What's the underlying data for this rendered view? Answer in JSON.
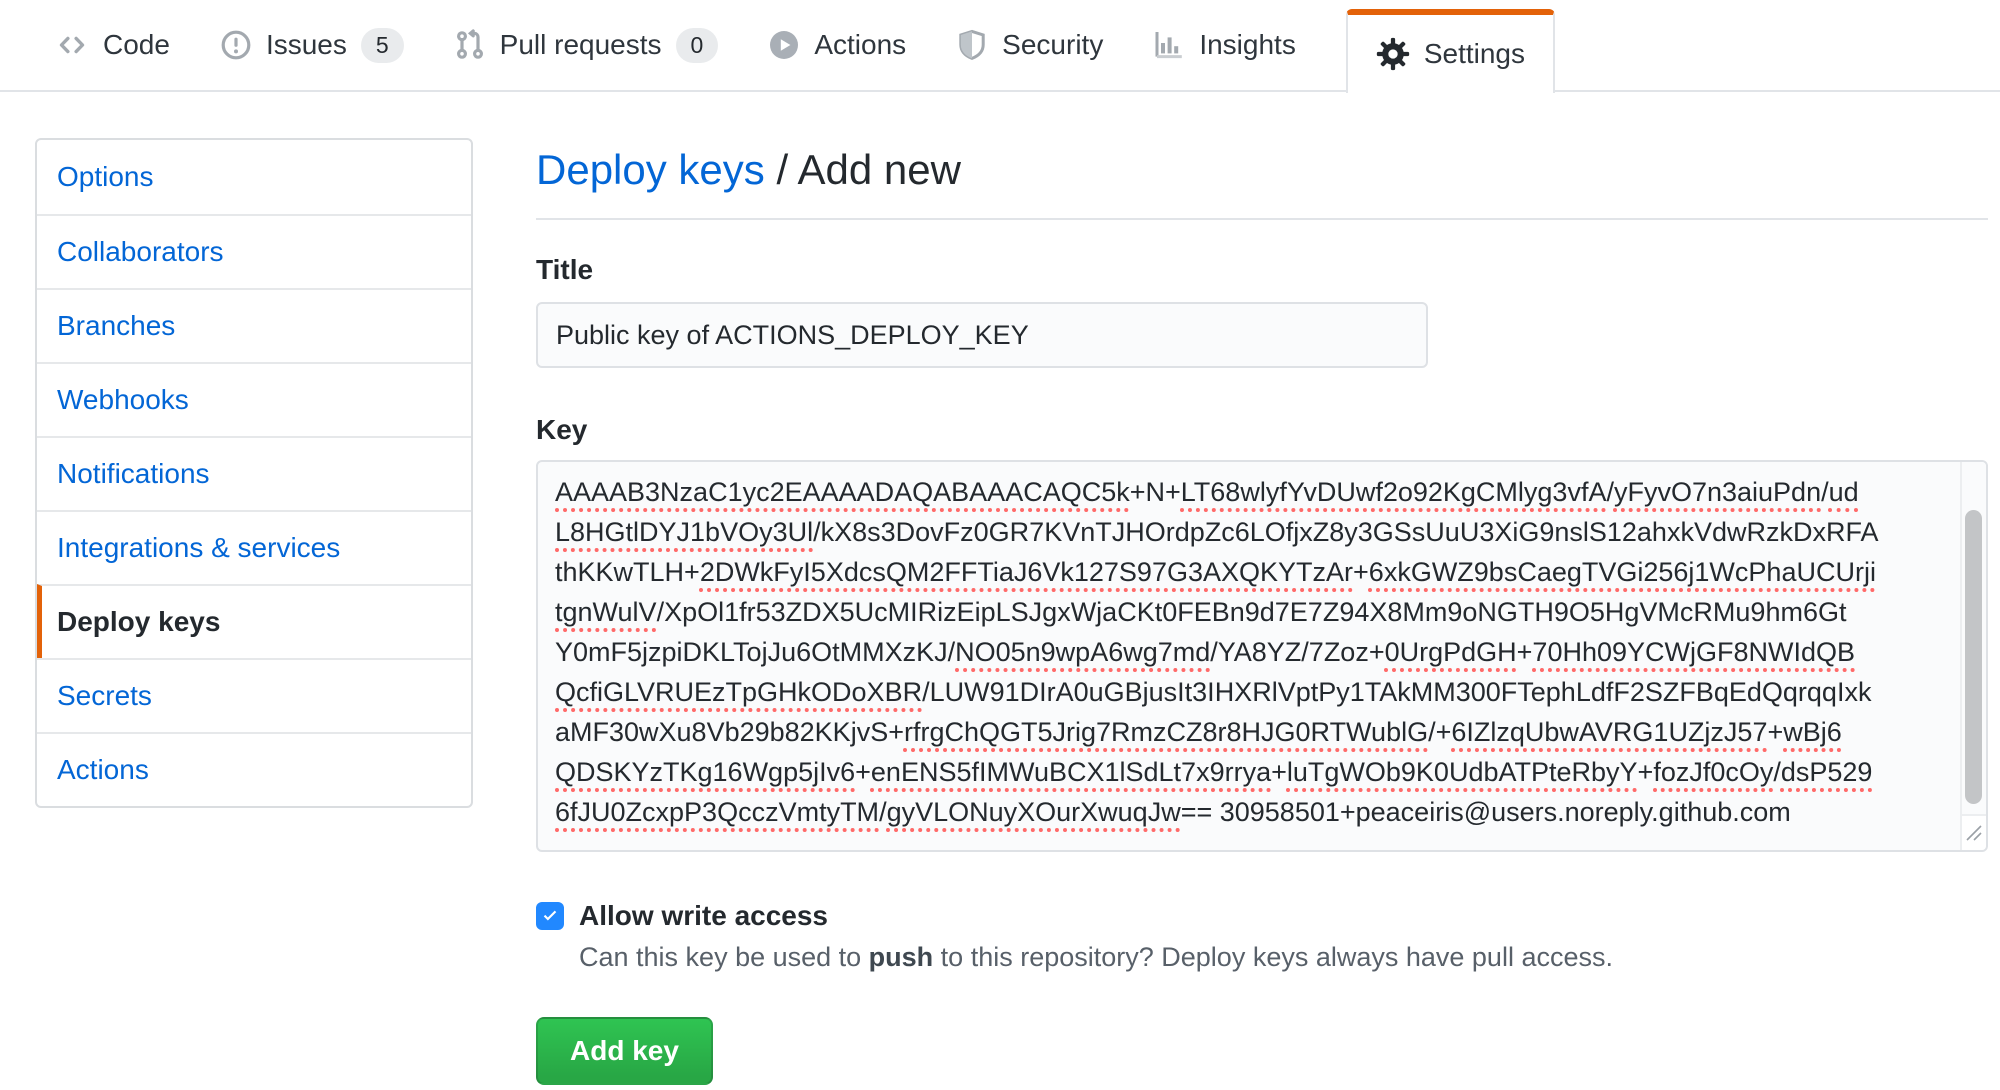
{
  "nav": {
    "tabs": [
      {
        "label": "Code",
        "icon": "code-icon"
      },
      {
        "label": "Issues",
        "icon": "issue-icon",
        "badge": "5"
      },
      {
        "label": "Pull requests",
        "icon": "pull-request-icon",
        "badge": "0"
      },
      {
        "label": "Actions",
        "icon": "play-circle-icon"
      },
      {
        "label": "Security",
        "icon": "shield-icon"
      },
      {
        "label": "Insights",
        "icon": "graph-icon"
      },
      {
        "label": "Settings",
        "icon": "gear-icon",
        "selected": true
      }
    ]
  },
  "sidebar": {
    "items": [
      {
        "label": "Options"
      },
      {
        "label": "Collaborators"
      },
      {
        "label": "Branches"
      },
      {
        "label": "Webhooks"
      },
      {
        "label": "Notifications"
      },
      {
        "label": "Integrations & services"
      },
      {
        "label": "Deploy keys",
        "selected": true
      },
      {
        "label": "Secrets"
      },
      {
        "label": "Actions"
      }
    ]
  },
  "main": {
    "breadcrumb": {
      "parent": "Deploy keys",
      "rest": "/ Add new"
    },
    "form": {
      "title_label": "Title",
      "title_value": "Public key of ACTIONS_DEPLOY_KEY",
      "key_label": "Key",
      "key_full": "AAAAB3NzaC1yc2EAAAADAQABAAACAQC5k+N+LT68wlyfYvDUwf2o92KgCMlyg3vfA/yFyvO7n3aiuPdn/udL8HGtlDYJ1bVOy3Ul/kX8s3DovFz0GR7KVnTJHOrdpZc6LOfjxZ8y3GSsUuU3XiG9nslS12ahxkVdwRzkDxRFAthKKwTLH+2DWkFyI5XdcsQM2FFTiaJ6Vk127S97G3AXQKYTzAr+6xkGWZ9bsCaegTVGi256j1WcPhaUCUrjitgnWulV/XpOl1fr53ZDX5UcMIRizEipLSJgxWjaCKt0FEBn9d7E7Z94X8Mm9oNGTH9O5HgVMcRMu9hm6GtY0mF5jzpiDKLTojJu6OtMMXzKJ/NO05n9wpA6wg7md/YA8YZ/7Zoz+0UrgPdGH+70Hh09YCWjGF8NWIdQBQcfiGLVRUEzTpGHkODoXBR/LUW91DIrA0uGBjusIt3IHXRlVptPy1TAkMM300FTephLdfF2SZFBqEdQqrqqIxkaMF30wXu8Vb29b82KKjvS+rfrgChQGT5Jrig7RmzCZ8r8HJG0RTWublG/+6IZlzqUbwAVRG1UZjzJ57+wBj6QDSKYzTKg16Wgp5jIv6+enENS5fIMWuBCX1lSdLt7x9rrya+luTgWOb9K0UdbATPteRbyY+fozJf0cOy/dsP5296fJU0ZcxpP3QcczVmtyTM/gyVLONuyXOurXwuqJw== 30958501+peaceiris@users.noreply.github.com",
      "key_lines": [
        [
          {
            "t": "AAAAB3NzaC1yc2EAAAADAQABAAACAQC5k",
            "u": 1
          },
          {
            "t": "+N+",
            "u": 0
          },
          {
            "t": "LT68wlyfYvDUwf2o92KgCMlyg3vfA",
            "u": 1
          },
          {
            "t": "/",
            "u": 0
          },
          {
            "t": "yFyvO7n3aiuPdn",
            "u": 1
          },
          {
            "t": "/",
            "u": 0
          },
          {
            "t": "ud",
            "u": 1
          }
        ],
        [
          {
            "t": "L8HGtlDYJ1bVOy3Ul",
            "u": 1
          },
          {
            "t": "/kX8s3DovFz0GR7KVnTJHOrdpZc6LOfjxZ8y3GSsUuU3XiG9nslS12ahxkVdwRzkDxRFA",
            "u": 0
          }
        ],
        [
          {
            "t": "thKKwTLH+",
            "u": 0
          },
          {
            "t": "2DWkFyI5XdcsQM2FFTiaJ6Vk127S97G3AXQKYTzAr",
            "u": 1
          },
          {
            "t": "+",
            "u": 0
          },
          {
            "t": "6xkGWZ9bsCaegTVGi256j1WcPhaUCUrji",
            "u": 1
          }
        ],
        [
          {
            "t": "tgnWulV",
            "u": 1
          },
          {
            "t": "/XpOl1fr53ZDX5UcMIRizEipLSJgxWjaCKt0FEBn9d7E7Z94X8Mm9oNGTH9O5HgVMcRMu9hm6Gt",
            "u": 0
          }
        ],
        [
          {
            "t": "Y0mF5jzpiDKLTojJu6OtMMXzKJ/",
            "u": 0
          },
          {
            "t": "NO05n9wpA6wg7md",
            "u": 1
          },
          {
            "t": "/YA8YZ/7Zoz+",
            "u": 0
          },
          {
            "t": "0UrgPdGH",
            "u": 1
          },
          {
            "t": "+",
            "u": 0
          },
          {
            "t": "70Hh09YCWjGF8NWIdQB",
            "u": 1
          }
        ],
        [
          {
            "t": "QcfiGLVRUEzTpGHkODoXBR",
            "u": 1
          },
          {
            "t": "/LUW91DIrA0uGBjusIt3IHXRlVptPy1TAkMM300FTephLdfF2SZFBqEdQqrqqIxk",
            "u": 0
          }
        ],
        [
          {
            "t": "aMF30wXu8Vb29b82KKjvS+",
            "u": 0
          },
          {
            "t": "rfrgChQGT5Jrig7RmzCZ8r8HJG0RTWublG",
            "u": 1
          },
          {
            "t": "/+",
            "u": 0
          },
          {
            "t": "6IZlzqUbwAVRG1UZjzJ57",
            "u": 1
          },
          {
            "t": "+",
            "u": 0
          },
          {
            "t": "wBj6",
            "u": 1
          }
        ],
        [
          {
            "t": "QDSKYzTKg16Wgp5jIv6",
            "u": 1
          },
          {
            "t": "+",
            "u": 0
          },
          {
            "t": "enENS5fIMWuBCX1lSdLt7x9rrya",
            "u": 1
          },
          {
            "t": "+",
            "u": 0
          },
          {
            "t": "luTgWOb9K0UdbATPteRbyY",
            "u": 1
          },
          {
            "t": "+",
            "u": 0
          },
          {
            "t": "fozJf0cOy",
            "u": 1
          },
          {
            "t": "/",
            "u": 0
          },
          {
            "t": "dsP529",
            "u": 1
          }
        ],
        [
          {
            "t": "6fJU0ZcxpP3QcczVmtyTM",
            "u": 1
          },
          {
            "t": "/",
            "u": 0
          },
          {
            "t": "gyVLONuyXOurXwuqJw",
            "u": 1
          },
          {
            "t": "== 30958501+peaceiris@users.noreply.github.com",
            "u": 0
          }
        ]
      ],
      "write_access": {
        "label": "Allow write access",
        "checked": true,
        "desc_prefix": "Can this key be used to ",
        "desc_bold": "push",
        "desc_suffix": " to this repository? Deploy keys always have pull access."
      },
      "submit_label": "Add key"
    }
  },
  "colors": {
    "accent_orange": "#e36209",
    "link_blue": "#0366d6",
    "button_green": "#28a745",
    "checkbox_blue": "#2188ff",
    "spellcheck_red": "#ff6a69",
    "border_gray": "#e1e4e8",
    "text_dark": "#24292e",
    "text_gray": "#586069",
    "input_bg": "#fafbfc"
  }
}
